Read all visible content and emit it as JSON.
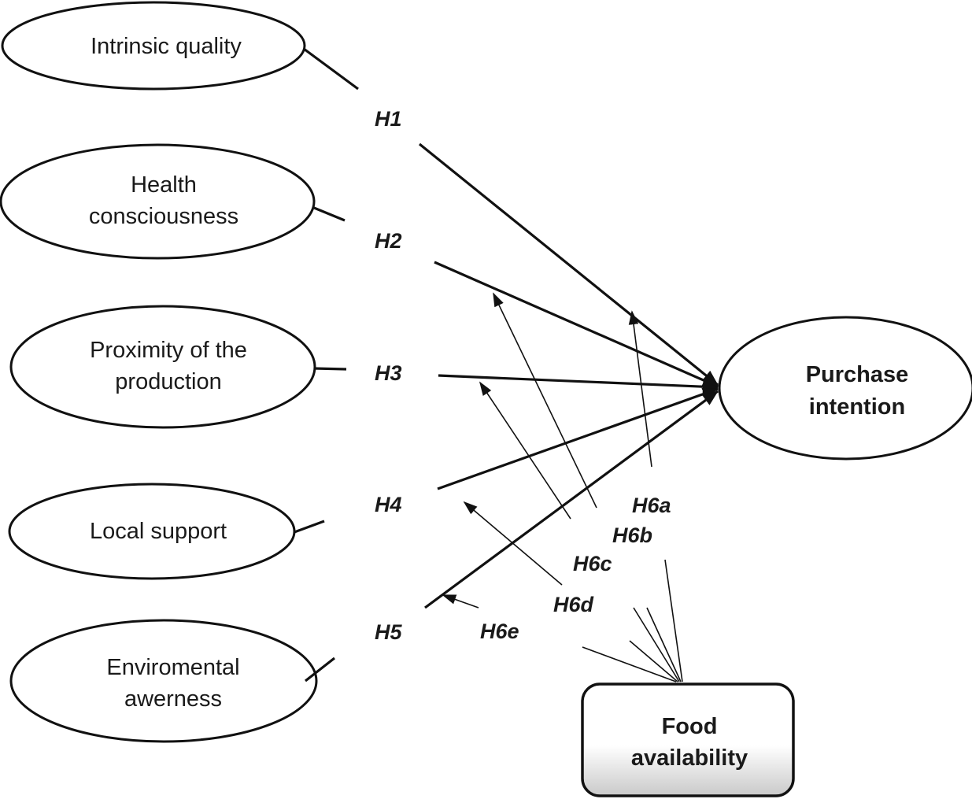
{
  "diagram": {
    "constructs": [
      {
        "id": "intrinsic",
        "lines": [
          "Intrinsic quality"
        ]
      },
      {
        "id": "health",
        "lines": [
          "Health",
          "consciousness"
        ]
      },
      {
        "id": "proximity",
        "lines": [
          "Proximity of the",
          "production"
        ]
      },
      {
        "id": "local",
        "lines": [
          "Local support"
        ]
      },
      {
        "id": "environmental",
        "lines": [
          "Enviromental",
          "awerness"
        ]
      }
    ],
    "outcome": {
      "id": "purchase",
      "lines": [
        "Purchase",
        "intention"
      ]
    },
    "moderator": {
      "id": "food",
      "lines": [
        "Food",
        "availability"
      ]
    },
    "hypotheses": [
      {
        "label": "H1",
        "from": "intrinsic",
        "to": "purchase"
      },
      {
        "label": "H2",
        "from": "health",
        "to": "purchase"
      },
      {
        "label": "H3",
        "from": "proximity",
        "to": "purchase"
      },
      {
        "label": "H4",
        "from": "local",
        "to": "purchase"
      },
      {
        "label": "H5",
        "from": "environmental",
        "to": "purchase"
      }
    ],
    "moderations": [
      {
        "label": "H6a",
        "moderates": "H1"
      },
      {
        "label": "H6b",
        "moderates": "H2"
      },
      {
        "label": "H6c",
        "moderates": "H3"
      },
      {
        "label": "H6d",
        "moderates": "H4"
      },
      {
        "label": "H6e",
        "moderates": "H5"
      }
    ],
    "colors": {
      "stroke": "#111111",
      "text": "#1a1a1a",
      "background": "#ffffff"
    }
  }
}
